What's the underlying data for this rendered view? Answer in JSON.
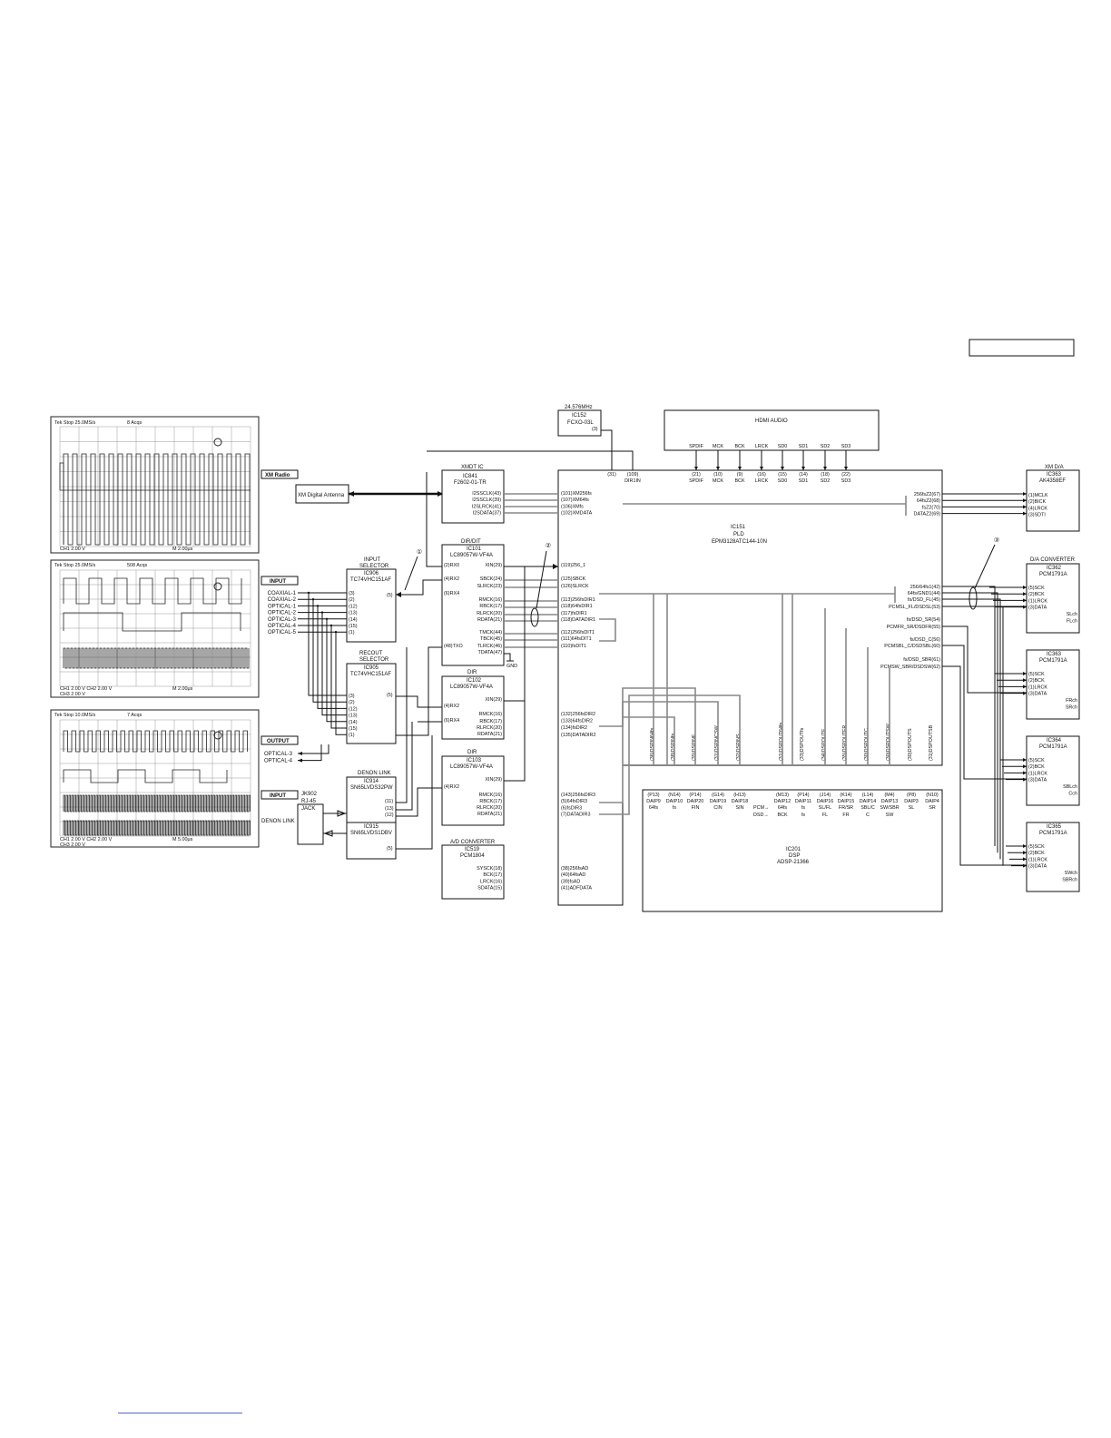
{
  "tags": {
    "xm_radio": "XM Radio",
    "input1": "INPUT",
    "output": "OUTPUT",
    "input2": "INPUT"
  },
  "osc": {
    "s1": {
      "header": "Tek Stop  25.0MS/s",
      "trig": "8 Acqs",
      "foot": "CH1  2.00 V",
      "time": "M 2.00μs"
    },
    "s2": {
      "header": "Tek Stop  25.0MS/s",
      "trig": "508 Acqs",
      "foot": "CH1  2.00 V   CH2  2.00 V",
      "foot2": "CH3  2.00 V",
      "time": "M 2.00μs"
    },
    "s3": {
      "header": "Tek Stop  10.0MS/s",
      "trig": "7 Acqs",
      "foot": "CH1  2.00 V   CH2  2.00 V",
      "foot2": "CH3  2.00 V",
      "time": "M 5.00μs"
    }
  },
  "blocks": {
    "xtal": {
      "freq": "24.576MHz",
      "ref": "IC152",
      "part": "FCXO-03L",
      "pin": "(3)"
    },
    "hdmi": {
      "title": "HDMI AUDIO",
      "sigs": [
        "SPDIF",
        "MCK",
        "BCK",
        "LRCK",
        "SD0",
        "SD1",
        "SD2",
        "SD3"
      ]
    },
    "pld_top": {
      "pins": [
        "(31)",
        "(109)",
        "(21)",
        "(10)",
        "(9)",
        "(16)",
        "(15)",
        "(14)",
        "(18)",
        "(22)"
      ],
      "names": [
        "DIR1IN",
        "SPDIF",
        "MCK",
        "BCK",
        "LRCK",
        "SD0",
        "SD1",
        "SD2",
        "SD3"
      ]
    },
    "xm_ant": "XM Digital Antenna",
    "xmdt": {
      "title": "XMDT IC",
      "ref": "IC841",
      "part": "F2602-01-TR",
      "pins": [
        "I2SSCLK(43)",
        "I2SSCLK(39)",
        "I2SLRCK(41)",
        "I2SDATA(37)"
      ]
    },
    "pld": {
      "ref": "IC151",
      "type": "PLD",
      "part": "EPM3128ATC144-10N",
      "xm_in": [
        "(101)XM256fs",
        "(107)XM64fs",
        "(106)XMfs",
        "(102)XMDATA"
      ],
      "dir1_in": [
        "(119)256_1",
        "(125)SBCK",
        "(126)SLRCK",
        "(113)256fsDIR1",
        "(118)64fsDIR1",
        "(117)fsDIR1",
        "(118)DATADIR1",
        "(112)256fsDIT1",
        "(111)64fsDIT1",
        "(110)fsDIT1"
      ],
      "dir2_in": [
        "(132)256fsDIR2",
        "(133)64fsDIR2",
        "(134)fsDIR2",
        "(135)DATADIR2"
      ],
      "dir3_in": [
        "(143)256fsDIR3",
        "(5)64fsDIR3",
        "(6)fsDIR3",
        "(7)DATADIR3"
      ],
      "ad_in": [
        "(38)256fsAD",
        "(40)64fsAD",
        "(39)fsAD",
        "(41)ADFDATA"
      ],
      "xm_out": [
        "256fsZ2(67)",
        "64fsZ2(68)",
        "fsZ2(70)",
        "DATAZ2(69)"
      ],
      "da_out": [
        "256/64fs1(42)",
        "64fs/GND1(44)",
        "fs/DSD_FL(45)",
        "PCMSL_FL/DSDSL(53)",
        "fs/DSD_SR(54)",
        "PCMFR_SR/DSDFR(55)",
        "fs/DSD_C(56)",
        "PCMSBL_C/DSDSBL(60)",
        "fs/DSD_SBR(61)",
        "PCMSW_SBR/DSDSW(62)"
      ],
      "vert": [
        "(36)DSPIN64fs",
        "(38)DSPINfs",
        "(35)DSPINF",
        "(31)DSPINCSW",
        "(32)DSPINS",
        "(31)DSPOUT64fs",
        "(33)DSPOUTfs",
        "(34)DSPOUTF",
        "(35)DSPOUTFR",
        "(30)DSPOUTC",
        "(30)DSPOUTSW",
        "(30)DSPOUTS",
        "(31)DSPOUTSB"
      ]
    },
    "input_sel": {
      "title": "INPUT\nSELECTOR",
      "ref": "IC906",
      "part": "TC74VHC151AF",
      "pins": [
        "(3)",
        "(2)",
        "(12)",
        "(13)",
        "(14)",
        "(15)",
        "(1)"
      ],
      "out": "(5)"
    },
    "recout_sel": {
      "title": "RECOUT\nSELECTOR",
      "ref": "IC905",
      "part": "TC74VHC151AF",
      "pins": [
        "(3)",
        "(2)",
        "(12)",
        "(13)",
        "(14)",
        "(15)",
        "(1)"
      ],
      "out": "(5)"
    },
    "inputs": [
      "COAXIAL-1",
      "COAXIAL-2",
      "OPTICAL-1",
      "OPTICAL-2",
      "OPTICAL-3",
      "OPTICAL-4",
      "OPTICAL-5"
    ],
    "outputs": [
      "OPTICAL-3",
      "OPTICAL-4"
    ],
    "dir1": {
      "title": "DIR/DIT",
      "ref": "IC101",
      "part": "LC89057W-VF4A",
      "inl": [
        "(2)RX0",
        "(4)RX2",
        "(6)RX4",
        "(48)TXO"
      ],
      "inr": [
        "XIN(29)",
        "SBCK(24)",
        "SLRCK(23)",
        "RMCK(16)",
        "RBCK(17)",
        "RLRCK(20)",
        "RDATA(21)",
        "TMCK(44)",
        "TBCK(45)",
        "TLRCK(46)",
        "TDATA(47)"
      ],
      "gnd": "GND"
    },
    "dir2": {
      "title": "DIR",
      "ref": "IC102",
      "part": "LC89057W-VF4A",
      "inl": [
        "(4)RX2",
        "(6)RX4"
      ],
      "inr": [
        "XIN(29)",
        "RMCK(16)",
        "RBCK(17)",
        "RLRCK(20)",
        "RDATA(21)"
      ]
    },
    "dir3": {
      "title": "DIR",
      "ref": "IC103",
      "part": "LC89057W-VF4A",
      "inl": [
        "(4)RX2"
      ],
      "inr": [
        "XIN(29)",
        "RMCK(16)",
        "RBCK(17)",
        "RLRCK(20)",
        "RDATA(21)"
      ]
    },
    "ad": {
      "title": "A/D CONVERTER",
      "ref": "IC519",
      "part": "PCM1804",
      "pins": [
        "SYSCK(18)",
        "BCK(17)",
        "LRCK(16)",
        "SDATA(15)"
      ]
    },
    "denon": {
      "title": "DENON LINK",
      "ic914": "IC914",
      "p914": "SN65LVDS32PW",
      "ic915": "IC915",
      "p915": "SN65LVDS1DBV",
      "pins": [
        "(11)",
        "(13)",
        "(12)",
        "(5)"
      ],
      "jack_ref": "JK902",
      "jack_type": "RJ-45",
      "jack": "JACK",
      "label": "DENON LINK"
    },
    "dsp": {
      "ref": "IC201",
      "type": "DSP",
      "part": "ADSP-21366",
      "pins": [
        "(P13)",
        "(N14)",
        "(P14)",
        "(G14)",
        "(H13)",
        "(M13)",
        "(P14)",
        "(J14)",
        "(K14)",
        "(L14)",
        "(M4)",
        "(P8)",
        "(N10)"
      ],
      "daip": [
        "DAIP9",
        "DAIP10",
        "DAIP20",
        "DAIP19",
        "DAIP18",
        "DAIP12",
        "DAIP11",
        "DAIP16",
        "DAIP15",
        "DAIP14",
        "DAIP13",
        "DAIP3",
        "DAIP4"
      ],
      "func": [
        "64fs",
        "fs",
        "FIN",
        "CIN",
        "SIN",
        "64fs",
        "fs",
        "SL/FL",
        "FR/SR",
        "SBL/C",
        "SW/SBR",
        "SL",
        "SR"
      ],
      "func2": [
        "",
        "",
        "",
        "",
        "",
        "BCK",
        "fs",
        "FL",
        "FR",
        "C",
        "SW",
        "",
        ""
      ],
      "pcm": "PCM→",
      "dsd": "DSD→"
    },
    "xmda": {
      "title": "XM D/A",
      "ref": "IC363",
      "part": "AK4358EF",
      "pins": [
        "(1)MCLK",
        "(2)BICK",
        "(4)LRCK",
        "(3)SDTI"
      ]
    },
    "da_conv": "D/A CONVERTER",
    "dacs": [
      {
        "ref": "IC362",
        "part": "PCM1791A",
        "pins": [
          "(5)SCK",
          "(2)BCK",
          "(1)LRCK",
          "(3)DATA"
        ],
        "ch": [
          "SLch",
          "FLch"
        ]
      },
      {
        "ref": "IC363",
        "part": "PCM1791A",
        "pins": [
          "(5)SCK",
          "(2)BCK",
          "(1)LRCK",
          "(3)DATA"
        ],
        "ch": [
          "FRch",
          "SRch"
        ]
      },
      {
        "ref": "IC364",
        "part": "PCM1791A",
        "pins": [
          "(5)SCK",
          "(2)BCK",
          "(1)LRCK",
          "(3)DATA"
        ],
        "ch": [
          "SBLch",
          "Cch"
        ]
      },
      {
        "ref": "IC365",
        "part": "PCM1791A",
        "pins": [
          "(5)SCK",
          "(2)BCK",
          "(1)LRCK",
          "(3)DATA"
        ],
        "ch": [
          "SWch",
          "SBRch"
        ]
      }
    ],
    "markers": [
      "①",
      "②",
      "③"
    ]
  }
}
